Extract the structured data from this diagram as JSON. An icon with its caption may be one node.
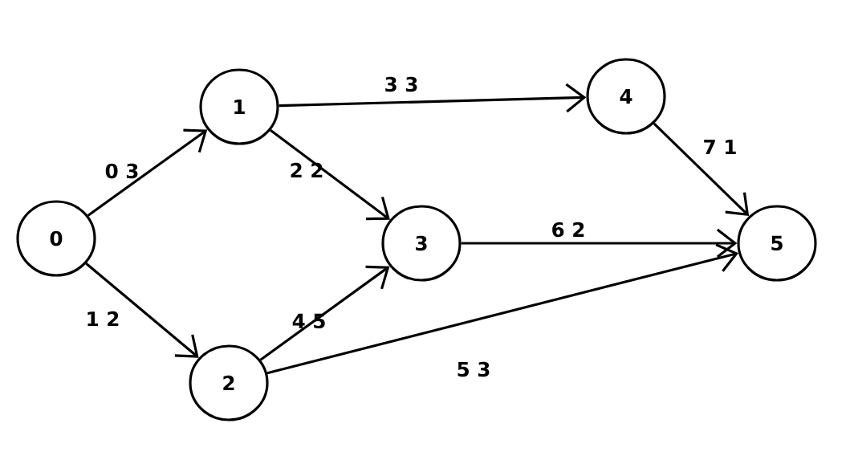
{
  "diagram": {
    "nodes": [
      {
        "text": [
          "0"
        ]
      },
      {
        "text": [
          "1"
        ]
      },
      {
        "text": [
          "2"
        ]
      },
      {
        "text": [
          "3"
        ]
      },
      {
        "text": [
          "4"
        ]
      },
      {
        "text": [
          "5"
        ]
      }
    ],
    "edges": [
      {
        "from": 0,
        "to": 1,
        "arrow": "to",
        "label": "0 3"
      },
      {
        "from": 0,
        "to": 2,
        "arrow": "to",
        "label": "1 2"
      },
      {
        "from": 1,
        "to": 4,
        "arrow": "to",
        "label": "3 3"
      },
      {
        "from": 1,
        "to": 3,
        "arrow": "to",
        "label": "2 2"
      },
      {
        "from": 2,
        "to": 3,
        "arrow": "to",
        "label": "4 5"
      },
      {
        "from": 3,
        "to": 5,
        "arrow": "to",
        "label": "6 2"
      },
      {
        "from": 2,
        "to": 5,
        "arrow": "to",
        "label": "5 3"
      },
      {
        "from": 4,
        "to": 5,
        "arrow": "to",
        "label": "7 1"
      }
    ]
  }
}
